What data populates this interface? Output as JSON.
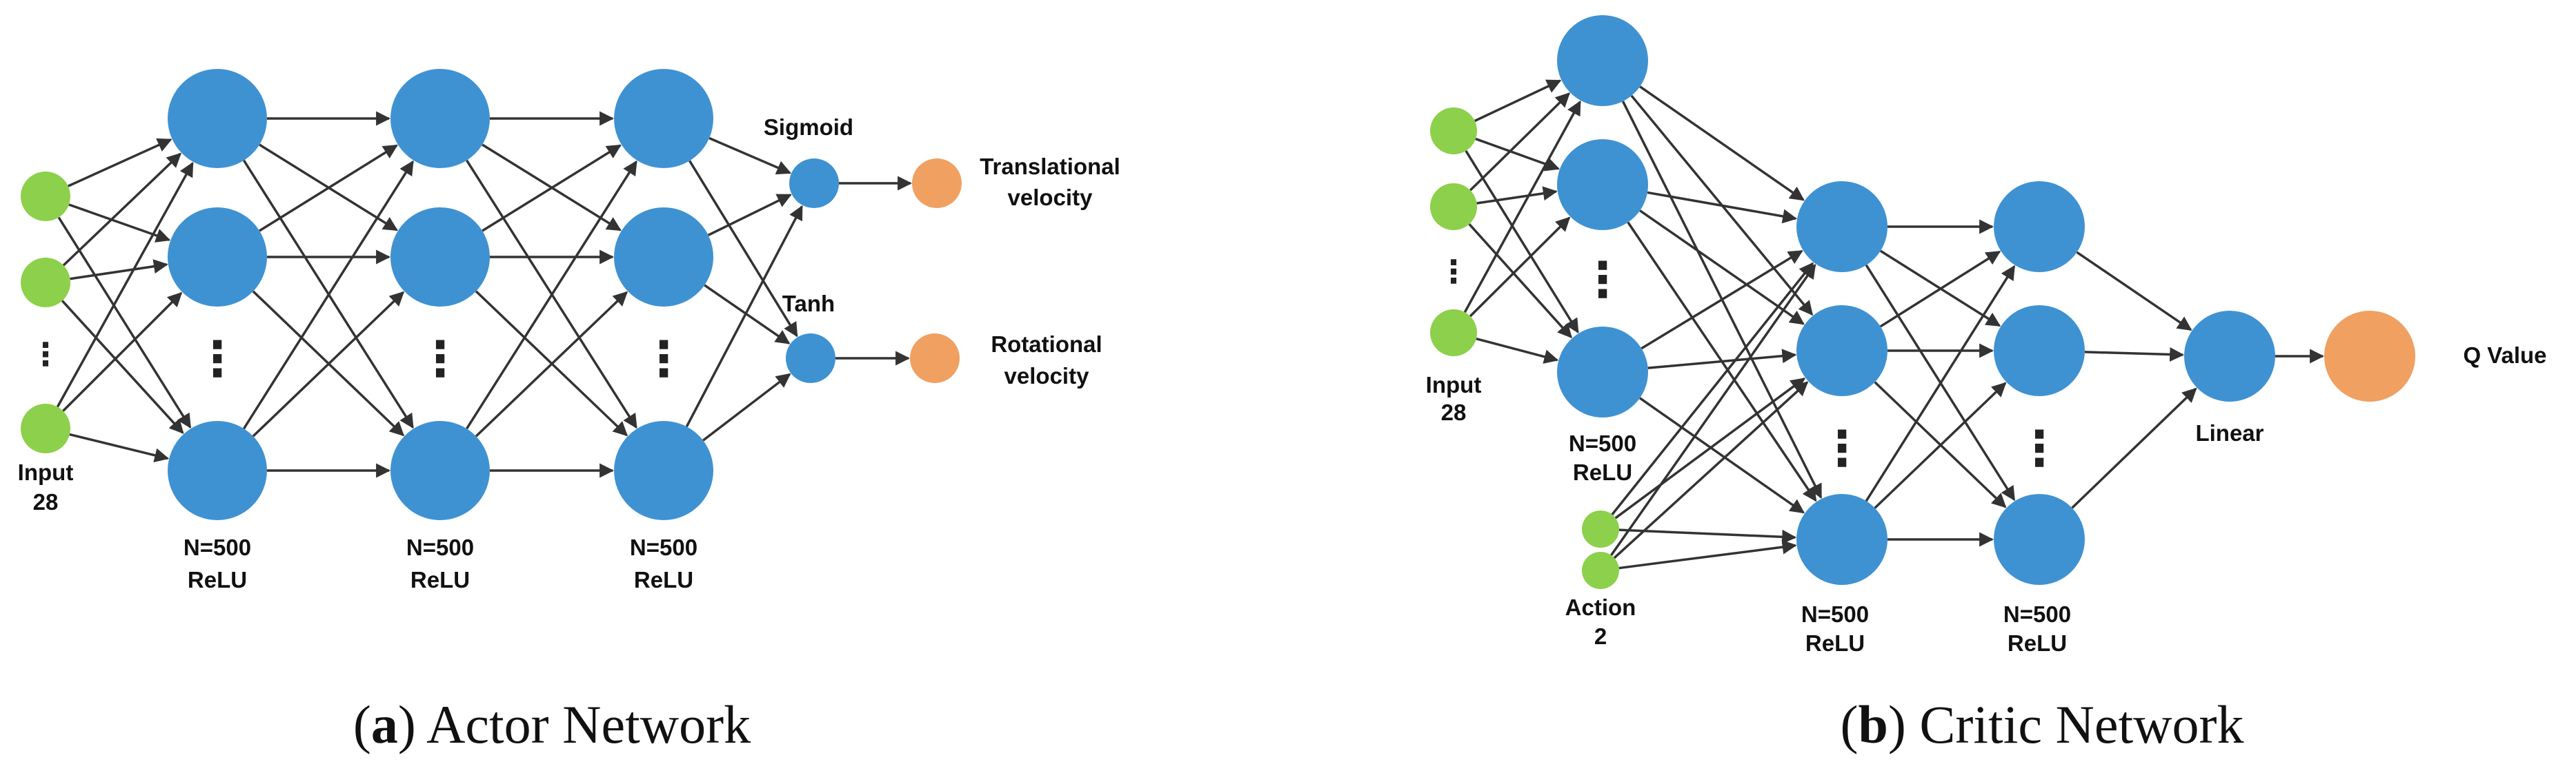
{
  "colors": {
    "input_node": "#8cd04b",
    "hidden_node": "#3f92d2",
    "output_node": "#f0a060",
    "edge": "#333333"
  },
  "actor": {
    "input_label_line1": "Input",
    "input_label_line2": "28",
    "layer1_line1": "N=500",
    "layer1_line2": "ReLU",
    "layer2_line1": "N=500",
    "layer2_line2": "ReLU",
    "layer3_line1": "N=500",
    "layer3_line2": "ReLU",
    "sigmoid_label": "Sigmoid",
    "tanh_label": "Tanh",
    "out1_line1": "Translational",
    "out1_line2": "velocity",
    "out2_line1": "Rotational",
    "out2_line2": "velocity",
    "caption_letter": "a",
    "caption_text": "Actor Network"
  },
  "critic": {
    "input_label_line1": "Input",
    "input_label_line2": "28",
    "layer1_line1": "N=500",
    "layer1_line2": "ReLU",
    "action_label_line1": "Action",
    "action_label_line2": "2",
    "layer2_line1": "N=500",
    "layer2_line2": "ReLU",
    "layer3_line1": "N=500",
    "layer3_line2": "ReLU",
    "linear_label": "Linear",
    "q_label": "Q Value",
    "caption_letter": "b",
    "caption_text": "Critic Network"
  }
}
